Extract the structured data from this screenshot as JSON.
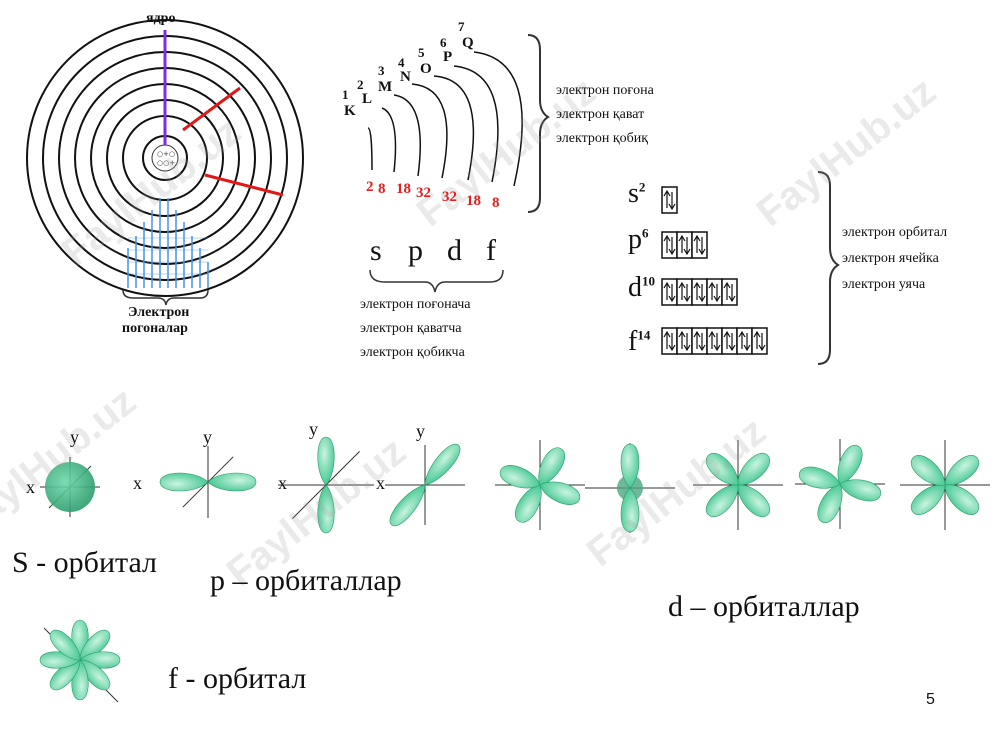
{
  "atom": {
    "nucleus_label": "ядро",
    "levels_label_line1": "Электрон",
    "levels_label_line2": "погоналар"
  },
  "shells": {
    "items": [
      {
        "num": "1",
        "letter": "K",
        "capacity": "2"
      },
      {
        "num": "2",
        "letter": "L",
        "capacity": "8"
      },
      {
        "num": "3",
        "letter": "M",
        "capacity": "18"
      },
      {
        "num": "4",
        "letter": "N",
        "capacity": "32"
      },
      {
        "num": "5",
        "letter": "O",
        "capacity": "32"
      },
      {
        "num": "6",
        "letter": "P",
        "capacity": "18"
      },
      {
        "num": "7",
        "letter": "Q",
        "capacity": "8"
      }
    ],
    "brace_lines": [
      "электрон поғона",
      "электрон қават",
      "электрон қобиқ"
    ]
  },
  "sublevels": {
    "letters": [
      "s",
      "p",
      "d",
      "f"
    ],
    "brace_lines": [
      "электрон поғонача",
      "электрон қаватча",
      "электрон қобикча"
    ]
  },
  "orbital_cells": {
    "rows": [
      {
        "letter": "s",
        "sup": "2",
        "cells": 1
      },
      {
        "letter": "p",
        "sup": "6",
        "cells": 3
      },
      {
        "letter": "d",
        "sup": "10",
        "cells": 5
      },
      {
        "letter": "f",
        "sup": "14",
        "cells": 7
      }
    ],
    "brace_lines": [
      "электрон орбитал",
      "электрон ячейка",
      "электрон уяча"
    ]
  },
  "shapes": {
    "axis_x": "x",
    "axis_y": "y",
    "s_caption": "S - орбитал",
    "p_caption": "p – орбиталлар",
    "d_caption": "d – орбиталлар",
    "f_caption": "f - орбитал"
  },
  "watermark": "FaylHub.uz",
  "page_number": "5",
  "colors": {
    "lobe": "#3fc58f",
    "lobe_light": "#c9f4df",
    "nucleus_line": "#7a2ee0",
    "red_line": "#e01818",
    "levels_blue": "#4a90e2"
  }
}
